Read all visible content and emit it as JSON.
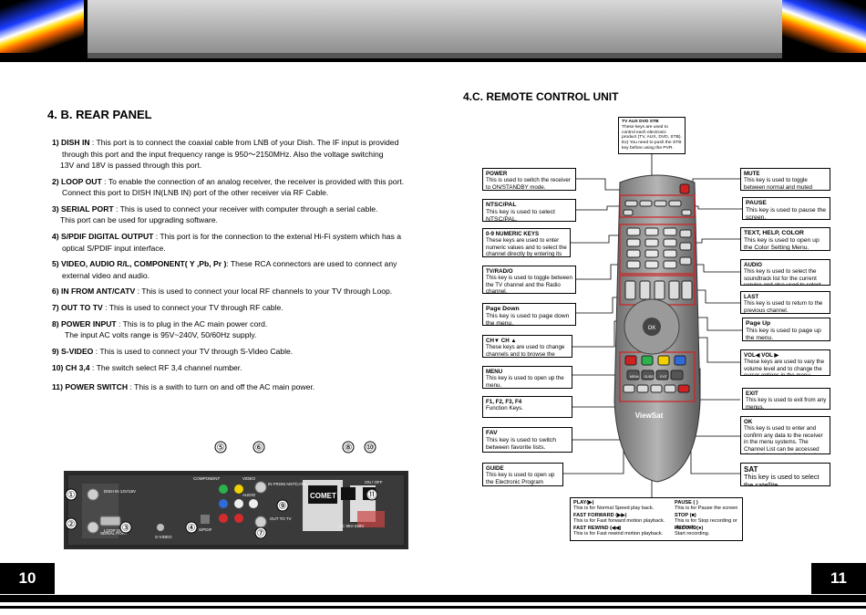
{
  "left_page": {
    "title": "4. B.  REAR PANEL",
    "page_number": "10",
    "items": [
      {
        "key": "1) DISH IN",
        "text": " : This port is to connect the coaxial cable from LNB of your Dish. The IF input is provided",
        "cont": [
          "through this  port and the input frequency  range is 950～2150MHz. Also the voltage switching",
          "13V and 18V is  passed through this port."
        ]
      },
      {
        "key": "2) LOOP OUT",
        "text": " : To enable the connection of an analog receiver, the receiver is provided with this port.",
        "cont": [
          "Connect this port to DISH IN(LNB IN) port of the other receiver via RF Cable."
        ]
      },
      {
        "key": "3) SERIAL PORT",
        "text": " : This is used to connect your receiver with computer through a serial cable.",
        "cont": [
          "This port can be used for upgrading software."
        ]
      },
      {
        "key": "4) S/PDIF DIGITAL OUTPUT",
        "text": " :  This port is for the connection to the extenal Hi-Fi system which has a",
        "cont": [
          "optical S/PDIF input interface."
        ]
      },
      {
        "key": "5) VIDEO, AUDIO R/L, COMPONENT( Y ,Pb, Pr )",
        "text": ": These RCA connectors are used to connect any",
        "cont": [
          "external video and audio."
        ]
      },
      {
        "key": "6) IN FROM ANT/CATV",
        "text": " : This is used to connect your local RF channels to your TV through Loop.",
        "cont": []
      },
      {
        "key": "7) OUT TO TV",
        "text": " : This is used to connect your TV through RF cable.",
        "cont": []
      },
      {
        "key": "8) POWER INPUT",
        "text": " : This is to plug in the AC main power cord.",
        "cont": [
          "The input AC volts range is 95V~240V, 50/60Hz supply."
        ]
      },
      {
        "key": "9) S-VIDEO",
        "text": " : This is used to connect your TV through S-Video Cable.",
        "cont": []
      },
      {
        "key": "10) CH 3,4",
        "text": " : The switch select RF 3,4 channel number.",
        "cont": []
      },
      {
        "key": "11) POWER SWITCH",
        "text": " :  This is a swith to turn on and off the AC main power.",
        "cont": []
      }
    ],
    "panel_callouts": [
      "①",
      "②",
      "③",
      "④",
      "⑤",
      "⑥",
      "⑦",
      "⑧",
      "⑨",
      "⑩",
      "⑪"
    ],
    "panel_labels": {
      "dish_in": "DISH IN 13V/18V",
      "loop_out": "LOOP OUT",
      "serial": "SERIAL PORT",
      "svideo": "S-VIDEO",
      "spdif": "S/PDIF",
      "component": "COMPONENT",
      "video": "VIDEO",
      "audio": "AUDIO",
      "ant": "IN FROM ANT/CATV",
      "tv": "OUT TO TV",
      "power": "AC 95V-240V",
      "onoff": "ON / OFF",
      "comet": "COMET"
    }
  },
  "right_page": {
    "title": "4.C. REMOTE CONTROL UNIT",
    "page_number": "11",
    "top_note": {
      "title": "TV AUX DVD STB",
      "text": "These keys are used to control each electronic product (TV, AUX, DVD, STB). Ex) You need to push the STB  key before using the PVR."
    },
    "left_boxes": [
      {
        "title": "POWER",
        "text": "This is used to switch the receiver to ON/STANDBY mode."
      },
      {
        "title": "NTSC/PAL",
        "text": "This key is used to select NTSC/PAL."
      },
      {
        "title": "0-9 NUMERIC KEYS",
        "text": "These keys are used to enter numeric values and to select the channel directly by entering its number."
      },
      {
        "title": "TV/RAD/O",
        "text": "This key is used to toggle between the TV channel and the Radio channel."
      },
      {
        "title": "Page Down",
        "text": " This key is used to page down the menu."
      },
      {
        "title": "CH▼ CH ▲",
        "text": "These keys are used to change channels and to browse the menu."
      },
      {
        "title": "MENU",
        "text": "This key is used to open up the menu."
      },
      {
        "title": "F1, F2, F3, F4",
        "text": "Function Keys."
      },
      {
        "title": "FAV",
        "text": "This key is used to switch between favorite lists."
      },
      {
        "title": "GUIDE",
        "text": "This key is used to open up the Electronic Program Guide."
      }
    ],
    "right_boxes": [
      {
        "title": "MUTE",
        "text": "This key is used to toggle between normal and muted audio."
      },
      {
        "title": "PAUSE",
        "text": "This key is used to pause the screen."
      },
      {
        "title": "TEXT, HELP, COLOR",
        "text": "This key is used to open up the Color Setting Menu."
      },
      {
        "title": "AUDIO",
        "text": "This key is used to select the soundtrack list for the current service and also used to select audio mode."
      },
      {
        "title": "LAST",
        "text": "This key is used to return to the previous channel."
      },
      {
        "title": "Page Up",
        "text": " This key is used to page up the menu."
      },
      {
        "title": "VOL◀ VOL ▶",
        "text": "These keys are used to vary the volume level and to change the cursor options in the menu."
      },
      {
        "title": "EXIT",
        "text": "This key is used to exit from any menus."
      },
      {
        "title": "OK",
        "text": "This key is used to enter and confirm any data to the receiver in the menu systems. The Channel List can be accessed directly by pressing this key  in the normal view mode."
      },
      {
        "title": "SAT",
        "text": "This key is used to select the satellite."
      }
    ],
    "bottom_box": {
      "left": [
        {
          "title": "PLAY(▶)",
          "text": "This is for Normal Speed play back."
        },
        {
          "title": "FAST FORWARD (▶▶)",
          "text": "This is for Fast forward motion playback."
        },
        {
          "title": "FAST REWIND (◀◀)",
          "text": "This is for Fast rewind motion playback."
        }
      ],
      "right": [
        {
          "title": "PAUSE (  )",
          "text": "This is for Pause the screen"
        },
        {
          "title": "STOP (■)",
          "text": "This is for Stop recording or playback."
        },
        {
          "title": "RECORD(●)",
          "text": "Start recording."
        }
      ]
    },
    "remote_brand": "ViewSat",
    "remote_key_labels": {
      "ok": "OK",
      "menu": "MENU",
      "guide": "GUIDE",
      "exit": "EXIT"
    }
  }
}
